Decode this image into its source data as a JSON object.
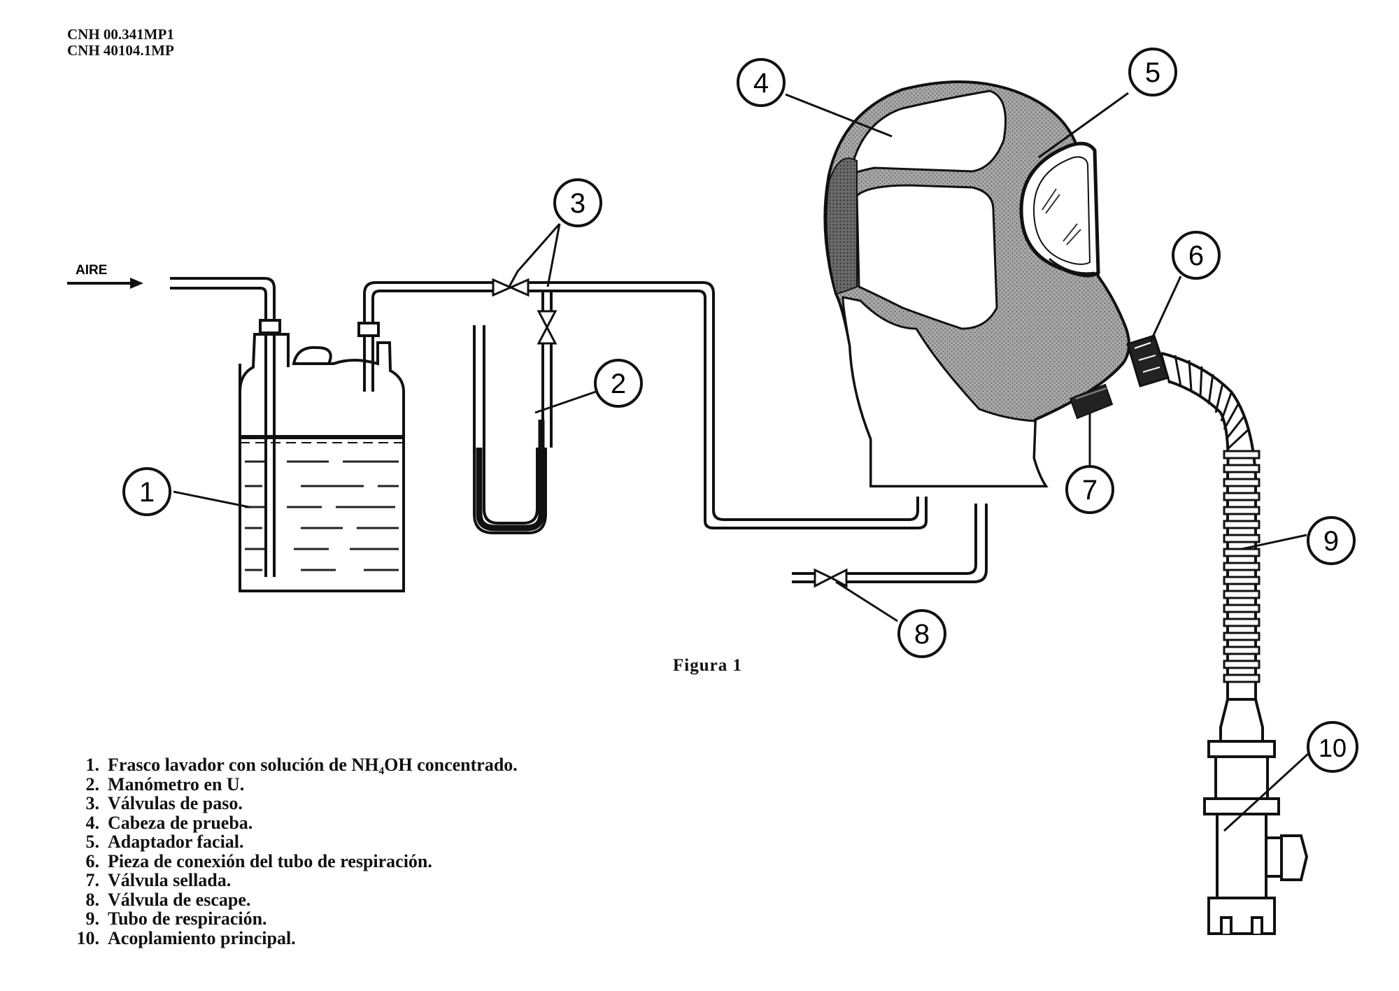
{
  "header_codes": [
    "CNH 00.341MP1",
    "CNH 40104.1MP"
  ],
  "air_inlet_label": "AIRE",
  "figure_caption": "Figura 1",
  "callout_numbers": [
    "1",
    "2",
    "3",
    "4",
    "5",
    "6",
    "7",
    "8",
    "9",
    "10"
  ],
  "legend": [
    {
      "num": "1.",
      "text": "Frasco lavador con solución de NH₄OH concentrado."
    },
    {
      "num": "2.",
      "text": "Manómetro en U."
    },
    {
      "num": "3.",
      "text": "Válvulas de paso."
    },
    {
      "num": "4.",
      "text": "Cabeza de prueba."
    },
    {
      "num": "5.",
      "text": "Adaptador facial."
    },
    {
      "num": "6.",
      "text": "Pieza de conexión del tubo de respiración."
    },
    {
      "num": "7.",
      "text": "Válvula sellada."
    },
    {
      "num": "8.",
      "text": "Válvula de escape."
    },
    {
      "num": "9.",
      "text": "Tubo de respiración."
    },
    {
      "num": "10.",
      "text": "Acoplamiento principal."
    }
  ],
  "colors": {
    "ink": "#111111",
    "liquid_dash": "#222222",
    "mask_fill": "#9a9a9a"
  }
}
